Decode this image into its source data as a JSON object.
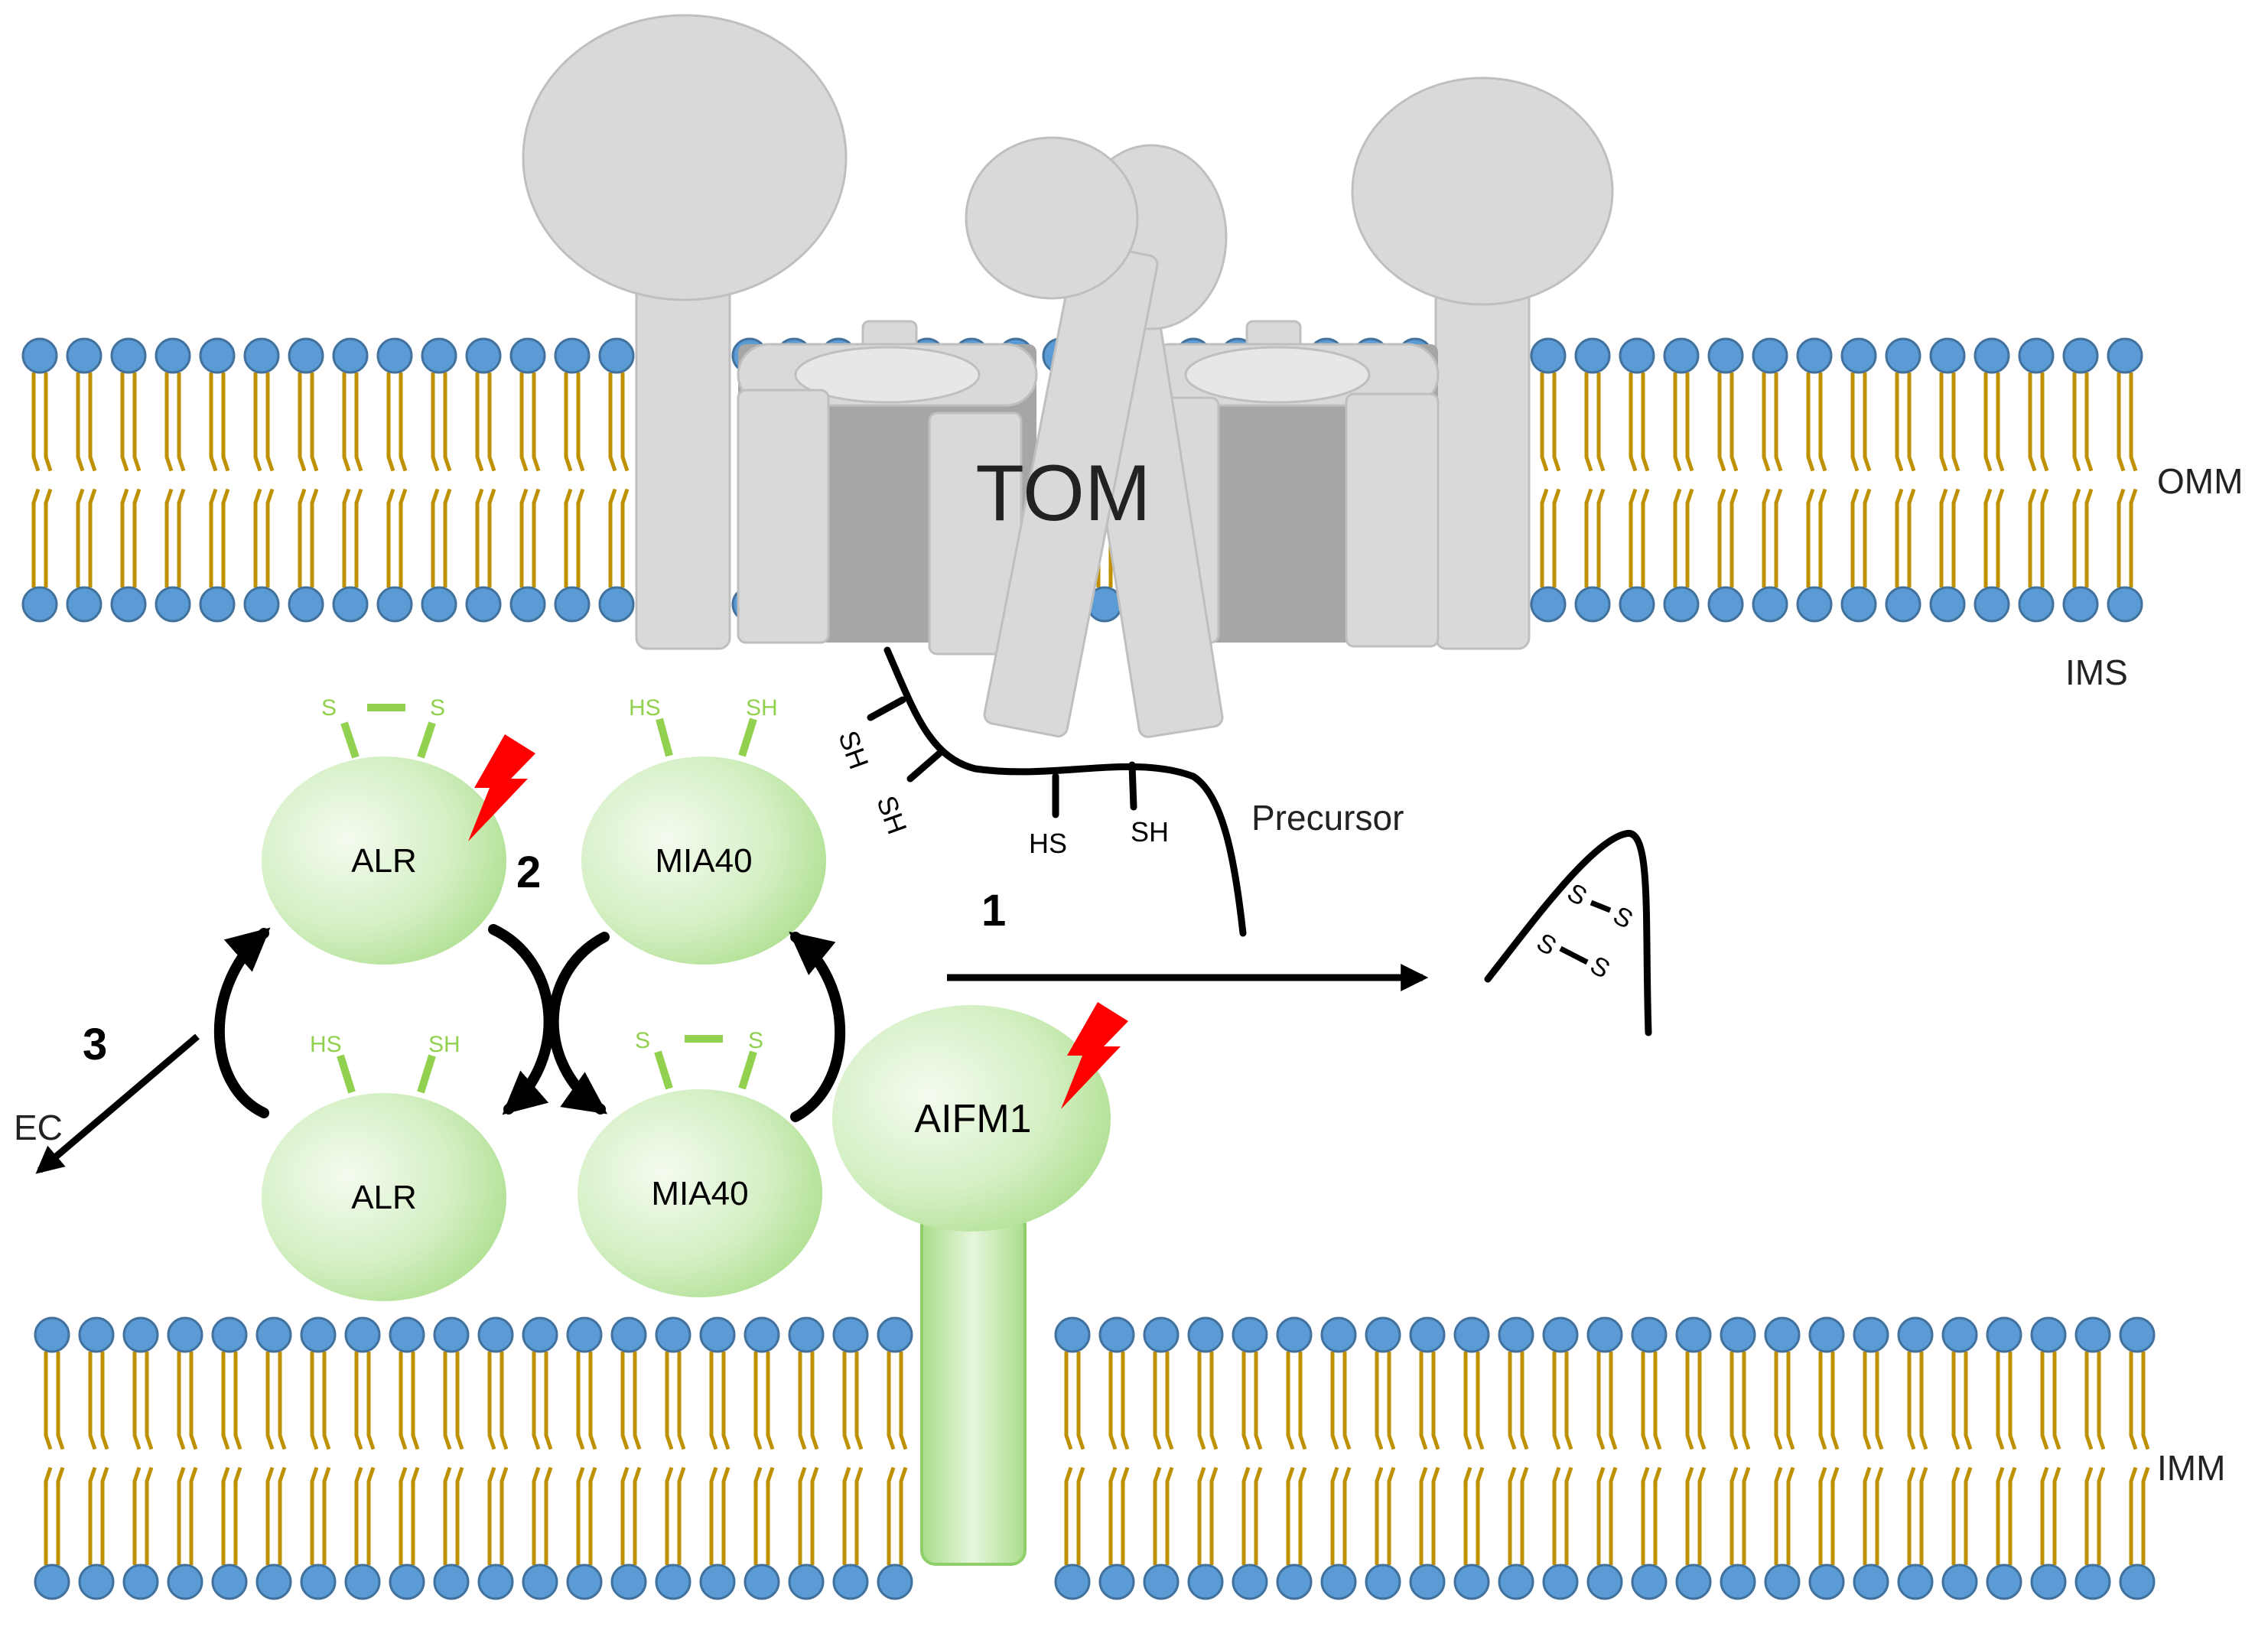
{
  "labels": {
    "tom": "TOM",
    "omm": "OMM",
    "ims": "IMS",
    "imm": "IMM",
    "precursor": "Precursor",
    "ec": "EC",
    "step1": "1",
    "step2": "2",
    "step3": "3",
    "alr_top": "ALR",
    "alr_bottom": "ALR",
    "mia40_top": "MIA40",
    "mia40_bottom": "MIA40",
    "aifm1": "AIFM1"
  },
  "thiols": {
    "alr_top_left": "S",
    "alr_top_right": "S",
    "mia40_top_left": "HS",
    "mia40_top_right": "SH",
    "alr_bottom_left": "HS",
    "alr_bottom_right": "SH",
    "mia40_bottom_left": "S",
    "mia40_bottom_right": "S",
    "precursor_sh1": "SH",
    "precursor_sh2": "SH",
    "precursor_hs3": "HS",
    "precursor_sh4": "SH",
    "folded_s1": "S",
    "folded_s2": "S",
    "folded_s3": "S",
    "folded_s4": "S"
  },
  "colors": {
    "lipid_head": "#5b9bd5",
    "lipid_head_stroke": "#41719c",
    "lipid_tail": "#bf9000",
    "protein_gray": "#d9d9d9",
    "protein_gray_dark": "#a6a6a6",
    "protein_green": "#c5e8b0",
    "thiol_green": "#92d050",
    "lightning_red": "#ff0000",
    "arrow": "#000000"
  },
  "icons": {
    "damage": "lightning-bolt-icon"
  }
}
